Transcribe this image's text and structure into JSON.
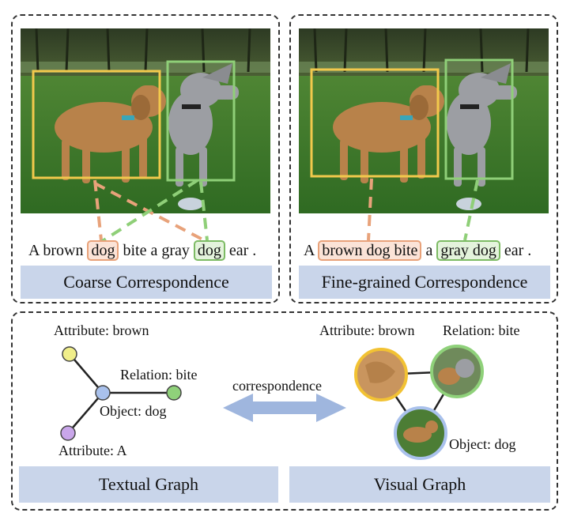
{
  "top_left": {
    "sentence": {
      "pre": "A brown ",
      "w1": "dog",
      "mid": " bite a gray ",
      "w2": "dog",
      "post": " ear ."
    },
    "caption": "Coarse Correspondence"
  },
  "top_right": {
    "sentence": {
      "pre": "A ",
      "p1": "brown dog bite",
      "mid": " a ",
      "p2": "gray dog",
      "post": " ear ."
    },
    "caption": "Fine-grained Correspondence"
  },
  "bottom": {
    "textual": {
      "attr_brown": "Attribute: brown",
      "relation": "Relation: bite",
      "object": "Object: dog",
      "attr_a": "Attribute: A",
      "caption": "Textual Graph"
    },
    "arrow_label": "correspondence",
    "visual": {
      "attr_brown": "Attribute: brown",
      "relation": "Relation: bite",
      "object": "Object: dog",
      "caption": "Visual Graph"
    }
  },
  "colors": {
    "orange": "#e8a27a",
    "green": "#7dbb64",
    "yellow_box": "#f2c94c",
    "caption_bg": "#c9d5ea",
    "arrow": "#9fb6de",
    "node_yellow": "#f0ee8a",
    "node_blue": "#a9c1ec",
    "node_green": "#8fd17a",
    "node_purple": "#c9a6ea"
  }
}
